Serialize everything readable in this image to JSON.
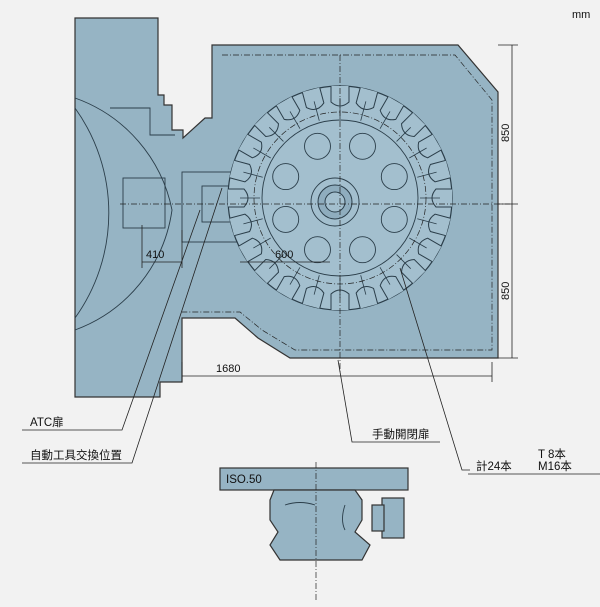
{
  "unit_label": "mm",
  "dimensions": {
    "d410": "410",
    "d600": "600",
    "d1680": "1680",
    "d850_top": "850",
    "d850_bottom": "850"
  },
  "callouts": {
    "atc_door": "ATC扉",
    "auto_tool_change_position": "自動工具交換位置",
    "manual_door": "手動開閉扉",
    "total_tools": "計24本",
    "t_tools": "T 8本",
    "m_tools": "M16本"
  },
  "spindle_label": "ISO.50",
  "magazine": {
    "pockets": 24,
    "colors": {
      "body": "#96b4c4",
      "line": "#2b3e4a",
      "background": "#f2f2f2"
    }
  }
}
